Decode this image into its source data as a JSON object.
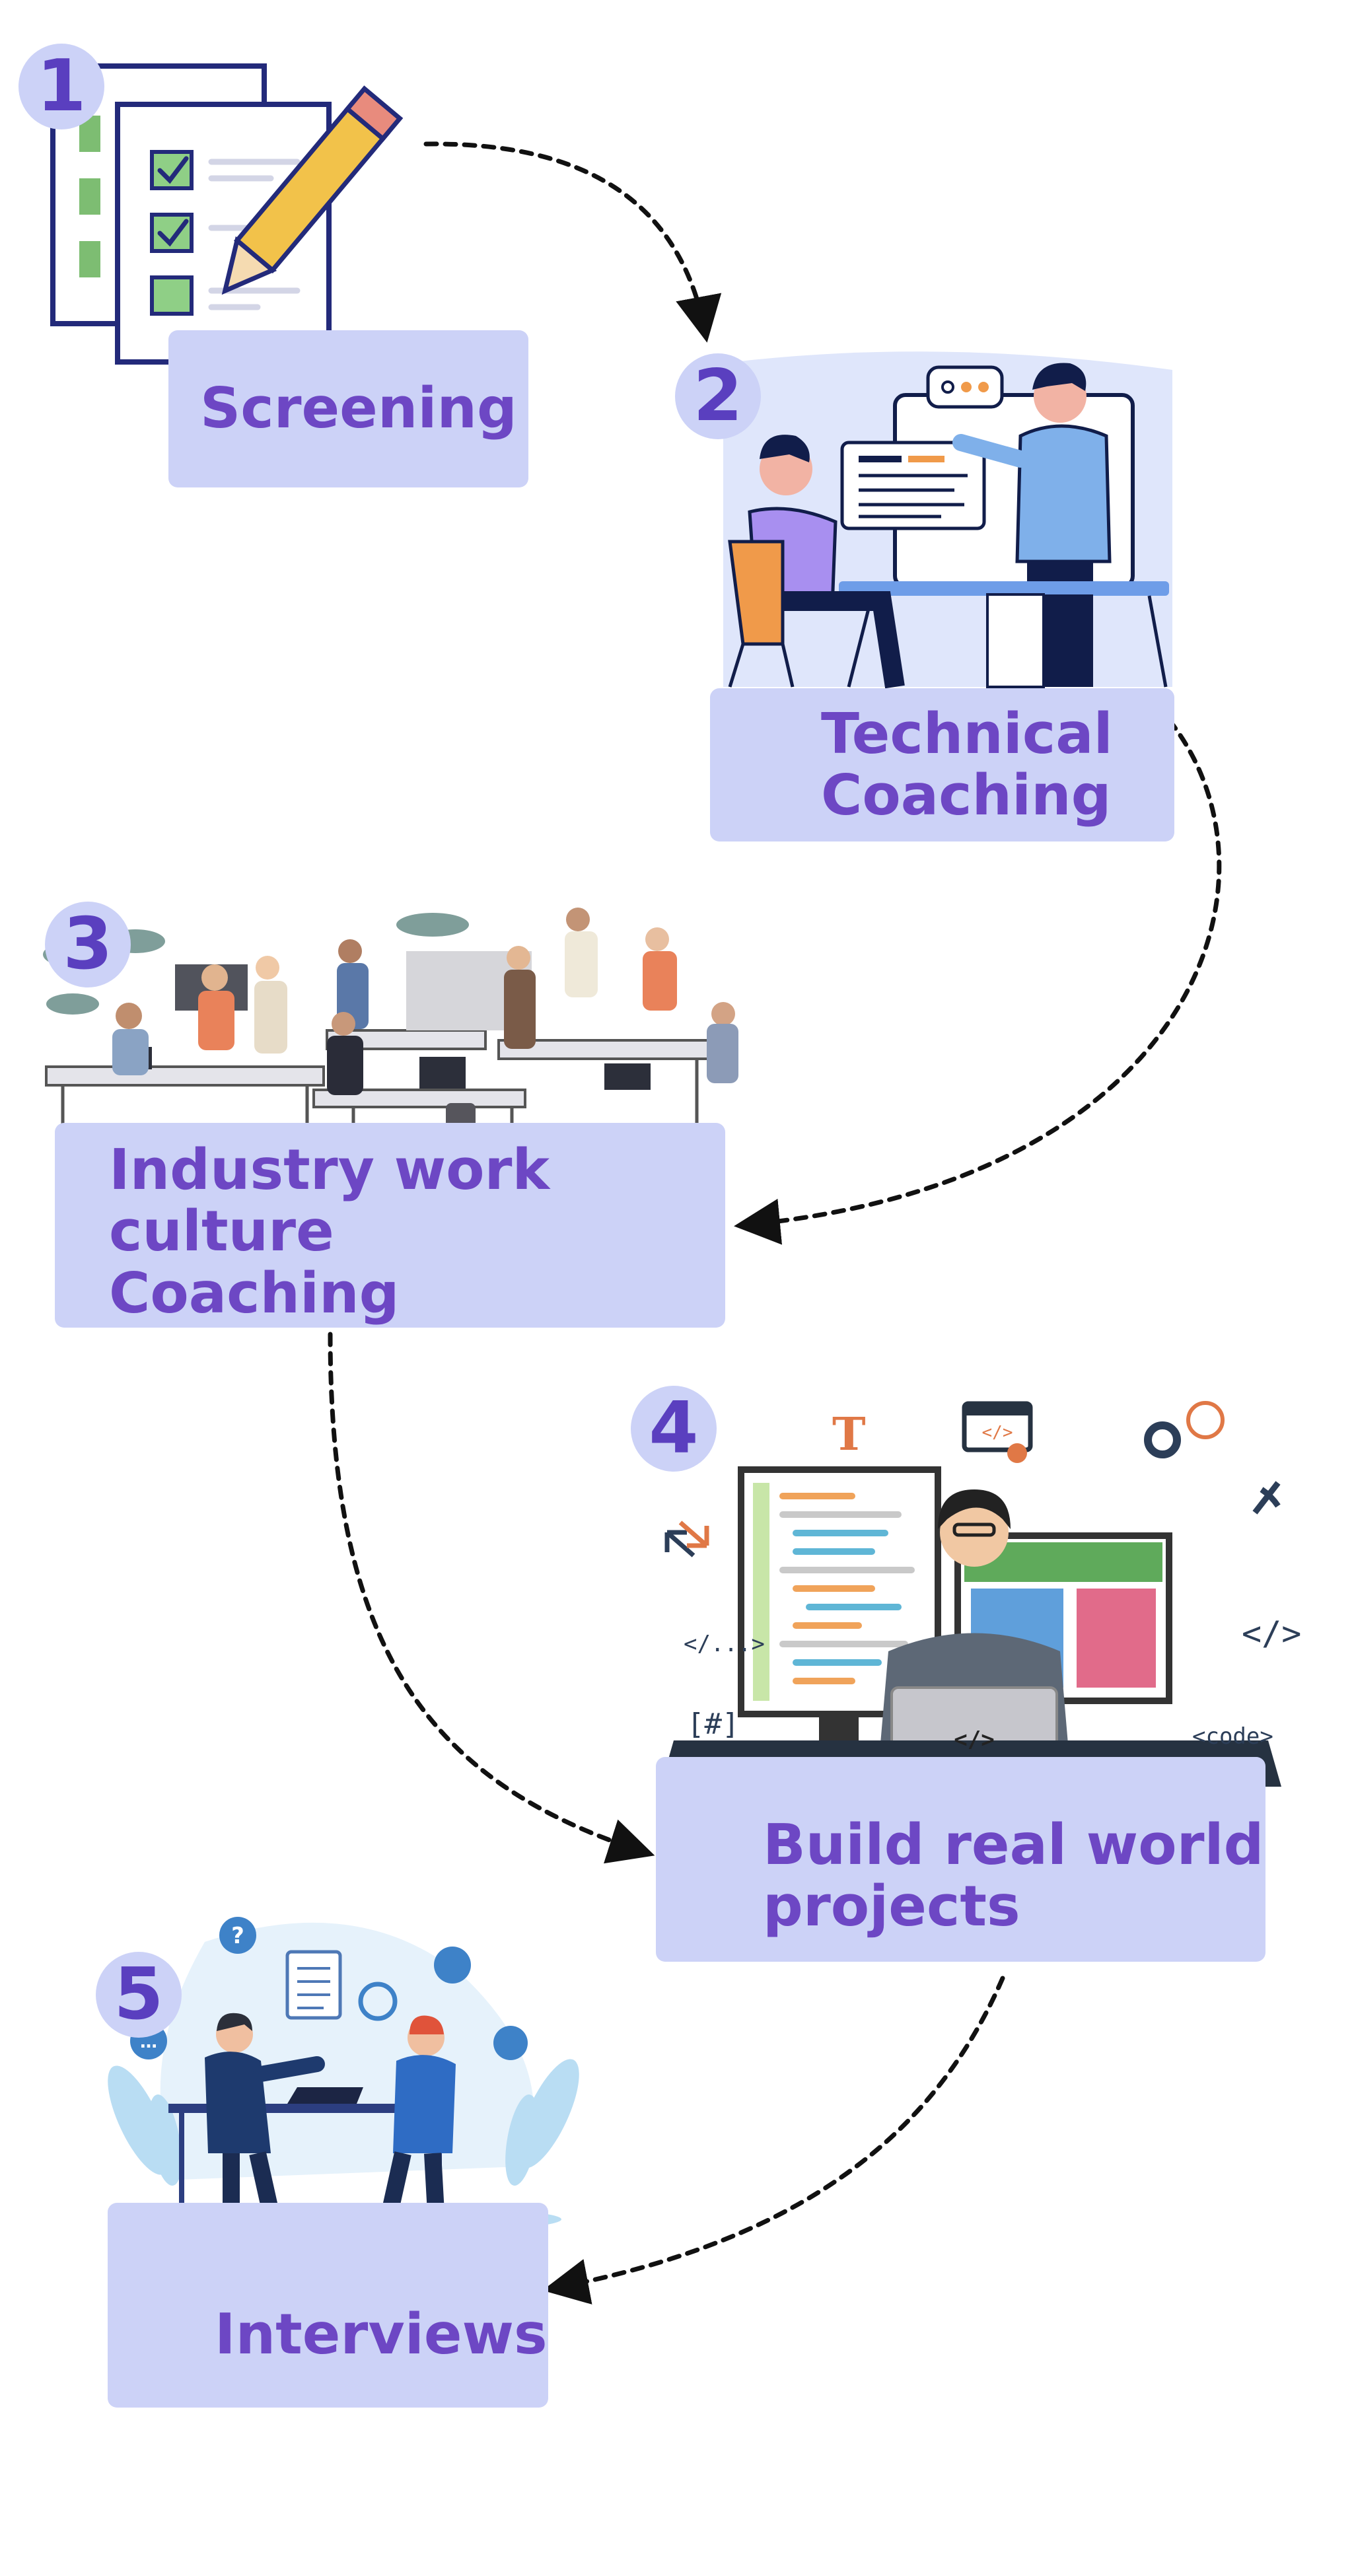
{
  "steps": [
    {
      "number": "1",
      "label": "Screening",
      "icon": "checklist-pencil-icon"
    },
    {
      "number": "2",
      "label": "Technical\nCoaching",
      "icon": "mentor-screen-icon"
    },
    {
      "number": "3",
      "label": "Industry work culture\nCoaching",
      "icon": "open-office-team-icon"
    },
    {
      "number": "4",
      "label": "Build real world\nprojects",
      "icon": "developer-workstation-icon",
      "decorations": [
        "</...>",
        "</>",
        "[#]",
        "<code>",
        "T",
        "</>"
      ]
    },
    {
      "number": "5",
      "label": "Interviews",
      "icon": "interview-meeting-icon",
      "decorations": [
        "?",
        "…"
      ]
    }
  ],
  "colors": {
    "label_fill": "#ccd2f7",
    "label_text": "#6d47c4",
    "badge_text": "#5a3fbf",
    "arrow": "#111111"
  }
}
